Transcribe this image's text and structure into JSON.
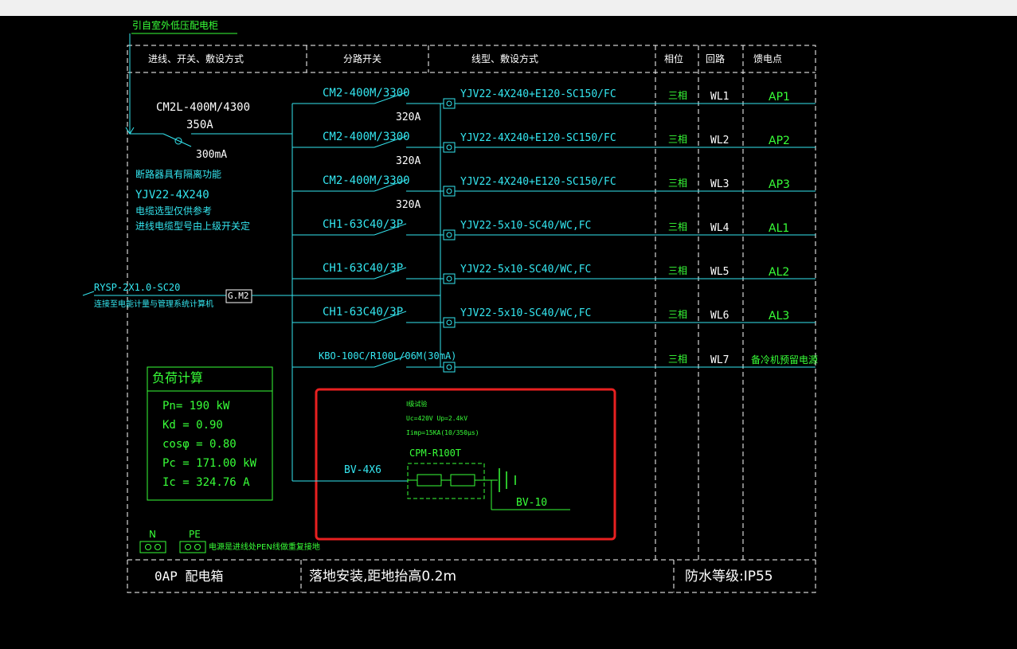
{
  "header": {
    "source_note": "引自室外低压配电柜",
    "col_incoming": "进线、开关、敷设方式",
    "col_branch_switch": "分路开关",
    "col_cable": "线型、敷设方式",
    "col_phase": "相位",
    "col_circuit": "回路",
    "col_feed": "馈电点"
  },
  "incoming": {
    "breaker": "CM2L-400M/4300",
    "current": "350A",
    "leakage": "300mA",
    "note1": "断路器具有隔离功能",
    "cable": "YJV22-4X240",
    "note2": "电缆选型仅供参考",
    "note3": "进线电缆型号由上级开关定"
  },
  "monitor": {
    "cable": "RYSP-2X1.0-SC20",
    "note": "连接至电能计量与管理系统计算机",
    "module": "G.M2"
  },
  "circuits": [
    {
      "switch": "CM2-400M/3300",
      "rating": "320A",
      "cable": "YJV22-4X240+E120-SC150/FC",
      "phase": "三相",
      "circuit": "WL1",
      "feed": "AP1"
    },
    {
      "switch": "CM2-400M/3300",
      "rating": "320A",
      "cable": "YJV22-4X240+E120-SC150/FC",
      "phase": "三相",
      "circuit": "WL2",
      "feed": "AP2"
    },
    {
      "switch": "CM2-400M/3300",
      "rating": "320A",
      "cable": "YJV22-4X240+E120-SC150/FC",
      "phase": "三相",
      "circuit": "WL3",
      "feed": "AP3"
    },
    {
      "switch": "CH1-63C40/3P",
      "rating": "",
      "cable": "YJV22-5x10-SC40/WC,FC",
      "phase": "三相",
      "circuit": "WL4",
      "feed": "AL1"
    },
    {
      "switch": "CH1-63C40/3P",
      "rating": "",
      "cable": "YJV22-5x10-SC40/WC,FC",
      "phase": "三相",
      "circuit": "WL5",
      "feed": "AL2"
    },
    {
      "switch": "CH1-63C40/3P",
      "rating": "",
      "cable": "YJV22-5x10-SC40/WC,FC",
      "phase": "三相",
      "circuit": "WL6",
      "feed": "AL3"
    },
    {
      "switch": "KBO-100C/R100L/06M(30mA)",
      "rating": "",
      "cable": "",
      "phase": "三相",
      "circuit": "WL7",
      "feed": "备冷机预留电源"
    }
  ],
  "load_calc": {
    "title": "负荷计算",
    "pn": "Pn= 190 kW",
    "kd": "Kd = 0.90",
    "cos": "cosφ = 0.80",
    "pc": "Pc = 171.00 kW",
    "ic": "Ic = 324.76 A"
  },
  "spd": {
    "class": "Ⅰ级试验",
    "uc": "Uc=420V  Up=2.4kV",
    "iimp": "Iimp=15KA(10/350μs)",
    "model": "CPM-R100T",
    "feed_cable": "BV-4X6",
    "ground_cable": "BV-10"
  },
  "terminals": {
    "n": "N",
    "pe": "PE",
    "note": "电源是进线处PEN线做重复接地"
  },
  "footer": {
    "name": "0AP  配电箱",
    "install": "落地安装,距地抬高0.2m",
    "ip": "防水等级:IP55"
  },
  "colors": {
    "line": "#34e6f0",
    "frame": "#ffffff",
    "label": "#38ff38",
    "highlight": "#e82020"
  }
}
